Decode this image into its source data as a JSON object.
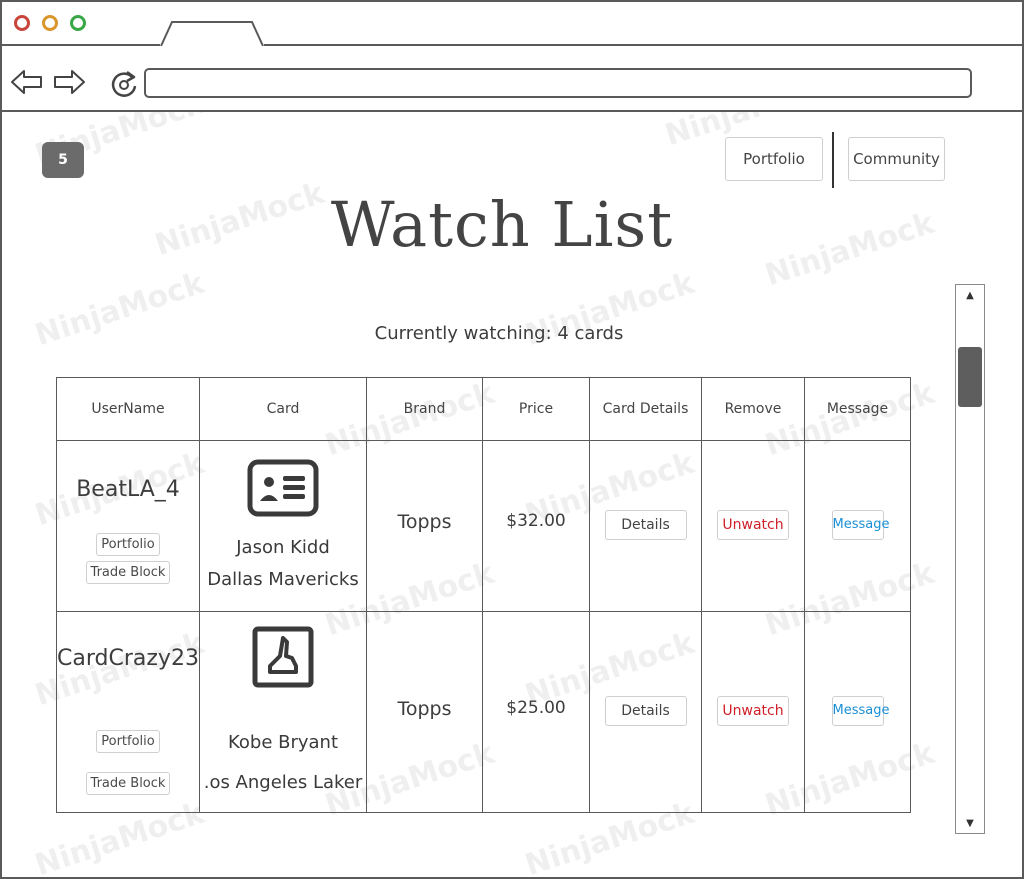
{
  "browser": {
    "tab_label": "",
    "url": ""
  },
  "page": {
    "badge": "5",
    "title": "Watch List",
    "subtitle": "Currently watching: 4 cards"
  },
  "topnav": {
    "portfolio": "Portfolio",
    "community": "Community"
  },
  "watermark": "NinjaMock",
  "table": {
    "headers": [
      "UserName",
      "Card",
      "Brand",
      "Price",
      "Card Details",
      "Remove",
      "Message"
    ],
    "rows": [
      {
        "username": "BeatLA_4",
        "portfolio_label": "Portfolio",
        "tradeblock_label": "Trade Block",
        "card_player": "Jason Kidd",
        "card_team": "Dallas Mavericks",
        "card_icon": "id-card-icon",
        "brand": "Topps",
        "price": "$32.00",
        "details_label": "Details",
        "unwatch_label": "Unwatch",
        "message_label": "Message"
      },
      {
        "username": "CardCrazy23",
        "portfolio_label": "Portfolio",
        "tradeblock_label": "Trade Block",
        "card_player": "Kobe Bryant",
        "card_team": ".os Angeles Laker",
        "card_icon": "user-portrait-icon",
        "brand": "Topps",
        "price": "$25.00",
        "details_label": "Details",
        "unwatch_label": "Unwatch",
        "message_label": "Message"
      }
    ]
  },
  "colors": {
    "unwatch": "#d0202a",
    "message": "#1a8fd6",
    "frame": "#5a5a5a"
  }
}
